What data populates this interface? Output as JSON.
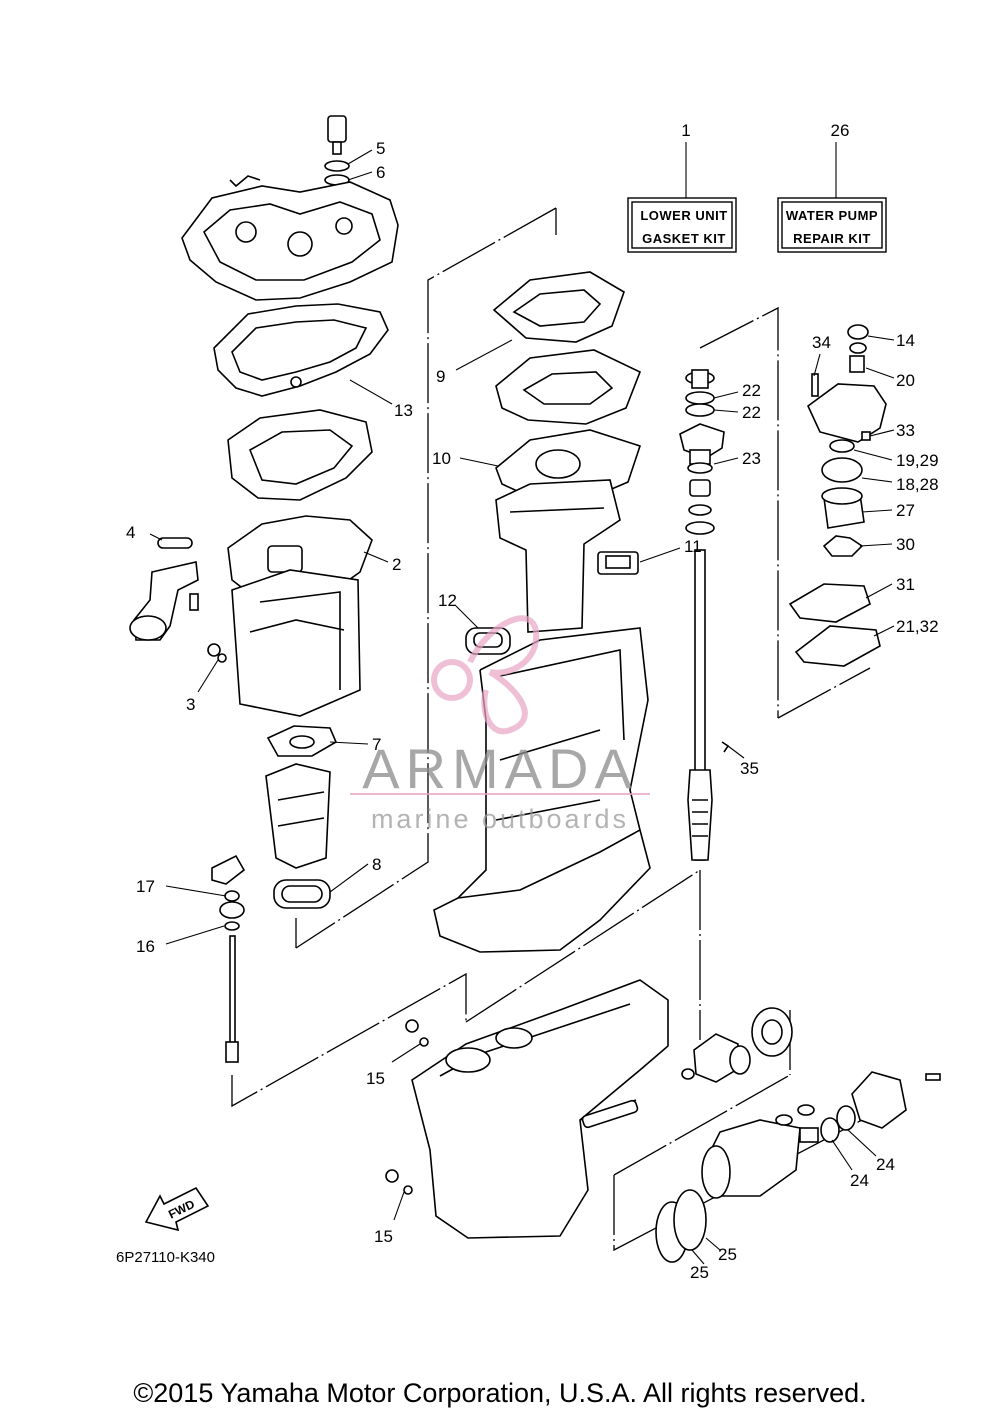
{
  "diagram": {
    "drawing_code": "6P27110-K340",
    "fwd_label": "FWD",
    "copyright": "©2015 Yamaha Motor Corporation, U.S.A. All rights reserved.",
    "watermark": {
      "brand": "ARMADA",
      "tagline": "marine outboards"
    },
    "kits": [
      {
        "number": "1",
        "line1": "LOWER UNIT",
        "line2": "GASKET KIT"
      },
      {
        "number": "26",
        "line1": "WATER PUMP",
        "line2": "REPAIR KIT"
      }
    ],
    "callouts": [
      "5",
      "6",
      "13",
      "4",
      "2",
      "3",
      "7",
      "8",
      "17",
      "16",
      "9",
      "10",
      "11",
      "12",
      "22",
      "22",
      "23",
      "35",
      "34",
      "14",
      "20",
      "33",
      "19,29",
      "18,28",
      "27",
      "30",
      "31",
      "21,32",
      "15",
      "15",
      "24",
      "24",
      "25",
      "25"
    ],
    "accent_watermark_color": "#e9a5c6"
  }
}
